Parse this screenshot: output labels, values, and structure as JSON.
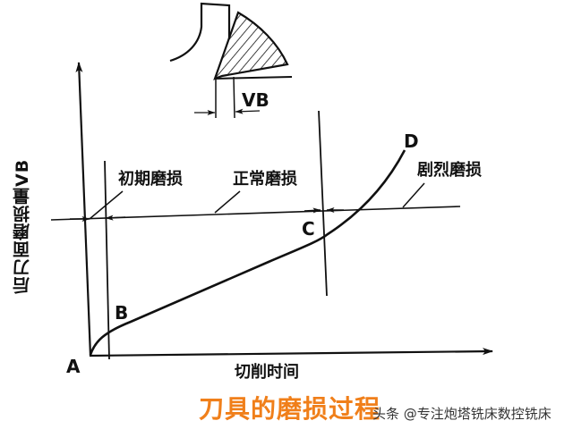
{
  "diagram": {
    "title": "刀具的磨损过程",
    "title_color": "#f07f1a",
    "y_axis_label": "后刀面磨损量VB",
    "x_axis_label": "切削时间",
    "tool_detail": {
      "dimension_label": "VB"
    },
    "points": {
      "A": "A",
      "B": "B",
      "C": "C",
      "D": "D"
    },
    "stages": [
      {
        "name": "initial-wear",
        "label": "初期磨损"
      },
      {
        "name": "normal-wear",
        "label": "正常磨损"
      },
      {
        "name": "severe-wear",
        "label": "剧烈磨损"
      }
    ],
    "line_color": "#111111"
  },
  "watermark": {
    "text": "头条 @专注炮塔铣床数控铣床"
  }
}
